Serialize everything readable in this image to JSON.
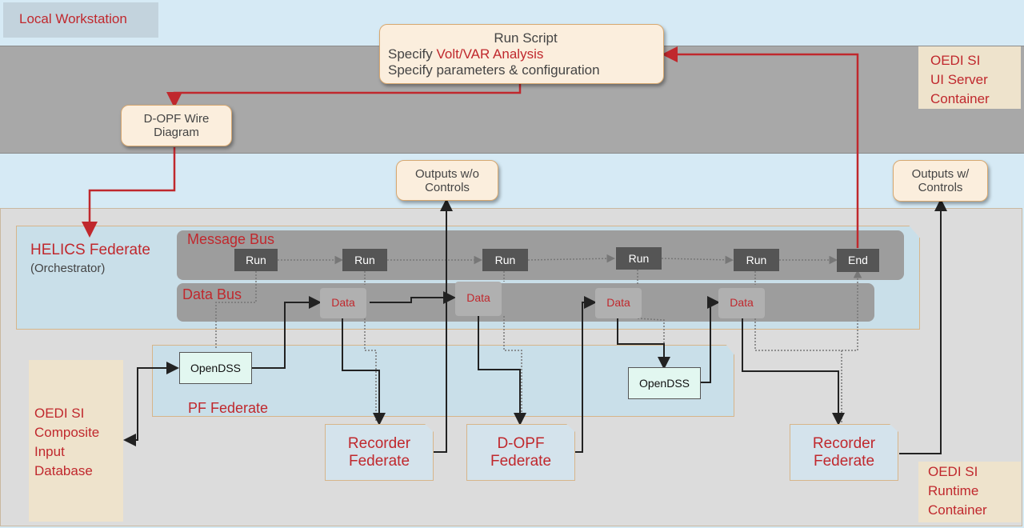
{
  "local_workstation": "Local Workstation",
  "ui_server": {
    "line1": "OEDI SI",
    "line2": "UI Server",
    "line3": "Container"
  },
  "runtime": {
    "line1": "OEDI SI",
    "line2": "Runtime",
    "line3": "Container"
  },
  "run_script": {
    "title": "Run Script",
    "line1_prefix": "Specify ",
    "line1_highlight": "Volt/VAR Analysis",
    "line2": "Specify parameters & configuration"
  },
  "dopf_wire": {
    "line1": "D-OPF Wire",
    "line2": "Diagram"
  },
  "outputs_wo": {
    "line1": "Outputs w/o",
    "line2": "Controls"
  },
  "outputs_w": {
    "line1": "Outputs w/",
    "line2": "Controls"
  },
  "helics": {
    "title": "HELICS Federate",
    "subtitle": "(Orchestrator)"
  },
  "message_bus": "Message Bus",
  "data_bus": "Data Bus",
  "run_labels": [
    "Run",
    "Run",
    "Run",
    "Run",
    "Run",
    "End"
  ],
  "data_labels": [
    "Data",
    "Data",
    "Data",
    "Data"
  ],
  "opendss_labels": [
    "OpenDSS",
    "OpenDSS"
  ],
  "pf_federate": "PF Federate",
  "composite_db": {
    "line1": "OEDI SI",
    "line2": "Composite",
    "line3": "Input",
    "line4": "Database"
  },
  "recorder1": {
    "line1": "Recorder",
    "line2": "Federate"
  },
  "dopf_federate": {
    "line1": "D-OPF",
    "line2": "Federate"
  },
  "recorder2": {
    "line1": "Recorder",
    "line2": "Federate"
  }
}
